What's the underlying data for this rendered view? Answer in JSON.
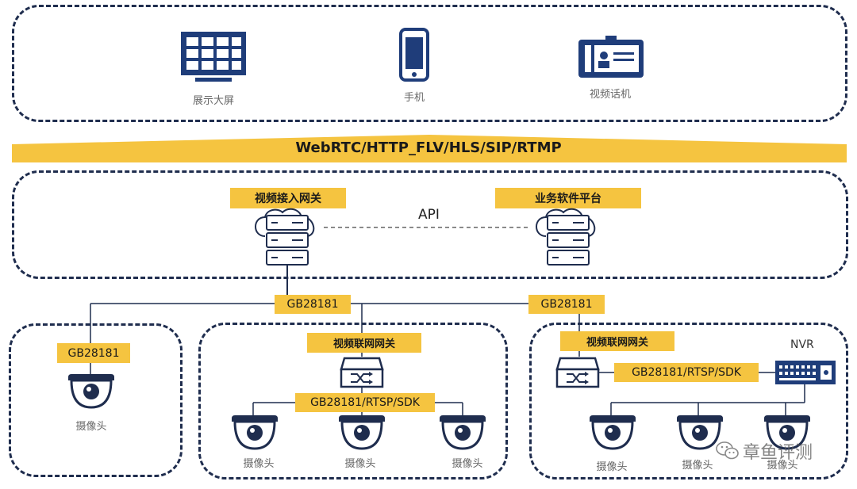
{
  "clients": {
    "big_screen": "展示大屏",
    "phone": "手机",
    "video_phone": "视频话机"
  },
  "protocol_banner": "WebRTC/HTTP_FLV/HLS/SIP/RTMP",
  "platform": {
    "access_gateway": "视频接入网关",
    "business_platform": "业务软件平台",
    "api_label": "API"
  },
  "links": {
    "gb_center": "GB28181",
    "gb_right": "GB28181"
  },
  "left_group": {
    "gb_label": "GB28181",
    "camera": "摄像头"
  },
  "middle_group": {
    "gateway": "视频联网网关",
    "protocols": "GB28181/RTSP/SDK",
    "cameras": [
      "摄像头",
      "摄像头",
      "摄像头"
    ]
  },
  "right_group": {
    "gateway": "视频联网网关",
    "protocols": "GB28181/RTSP/SDK",
    "nvr": "NVR",
    "cameras": [
      "摄像头",
      "摄像头",
      "摄像头"
    ]
  },
  "watermark": "章鱼评测",
  "colors": {
    "navy": "#1f2d4e",
    "yellow": "#f5c440",
    "blue_icon": "#1f3d7a"
  }
}
